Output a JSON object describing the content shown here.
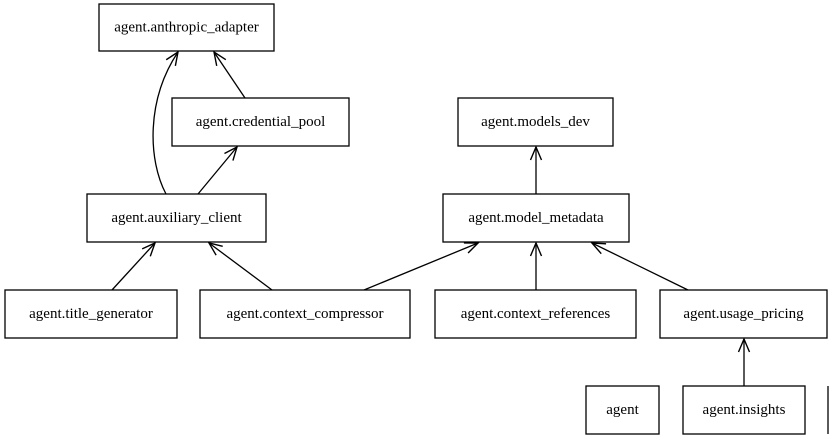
{
  "diagram": {
    "type": "module-dependency-graph",
    "colors": {
      "node_border": "#000000",
      "node_fill": "#ffffff",
      "edge": "#000000",
      "background": "#ffffff"
    },
    "nodes": [
      {
        "id": "anthropic_adapter",
        "label": "agent.anthropic_adapter"
      },
      {
        "id": "credential_pool",
        "label": "agent.credential_pool"
      },
      {
        "id": "models_dev",
        "label": "agent.models_dev"
      },
      {
        "id": "auxiliary_client",
        "label": "agent.auxiliary_client"
      },
      {
        "id": "model_metadata",
        "label": "agent.model_metadata"
      },
      {
        "id": "title_generator",
        "label": "agent.title_generator"
      },
      {
        "id": "context_compressor",
        "label": "agent.context_compressor"
      },
      {
        "id": "context_references",
        "label": "agent.context_references"
      },
      {
        "id": "usage_pricing",
        "label": "agent.usage_pricing"
      },
      {
        "id": "agent",
        "label": "agent"
      },
      {
        "id": "insights",
        "label": "agent.insights"
      }
    ],
    "edges": [
      {
        "from": "credential_pool",
        "to": "anthropic_adapter"
      },
      {
        "from": "auxiliary_client",
        "to": "anthropic_adapter"
      },
      {
        "from": "auxiliary_client",
        "to": "credential_pool"
      },
      {
        "from": "model_metadata",
        "to": "models_dev"
      },
      {
        "from": "title_generator",
        "to": "auxiliary_client"
      },
      {
        "from": "context_compressor",
        "to": "auxiliary_client"
      },
      {
        "from": "context_compressor",
        "to": "model_metadata"
      },
      {
        "from": "context_references",
        "to": "model_metadata"
      },
      {
        "from": "usage_pricing",
        "to": "model_metadata"
      },
      {
        "from": "insights",
        "to": "usage_pricing"
      }
    ]
  }
}
